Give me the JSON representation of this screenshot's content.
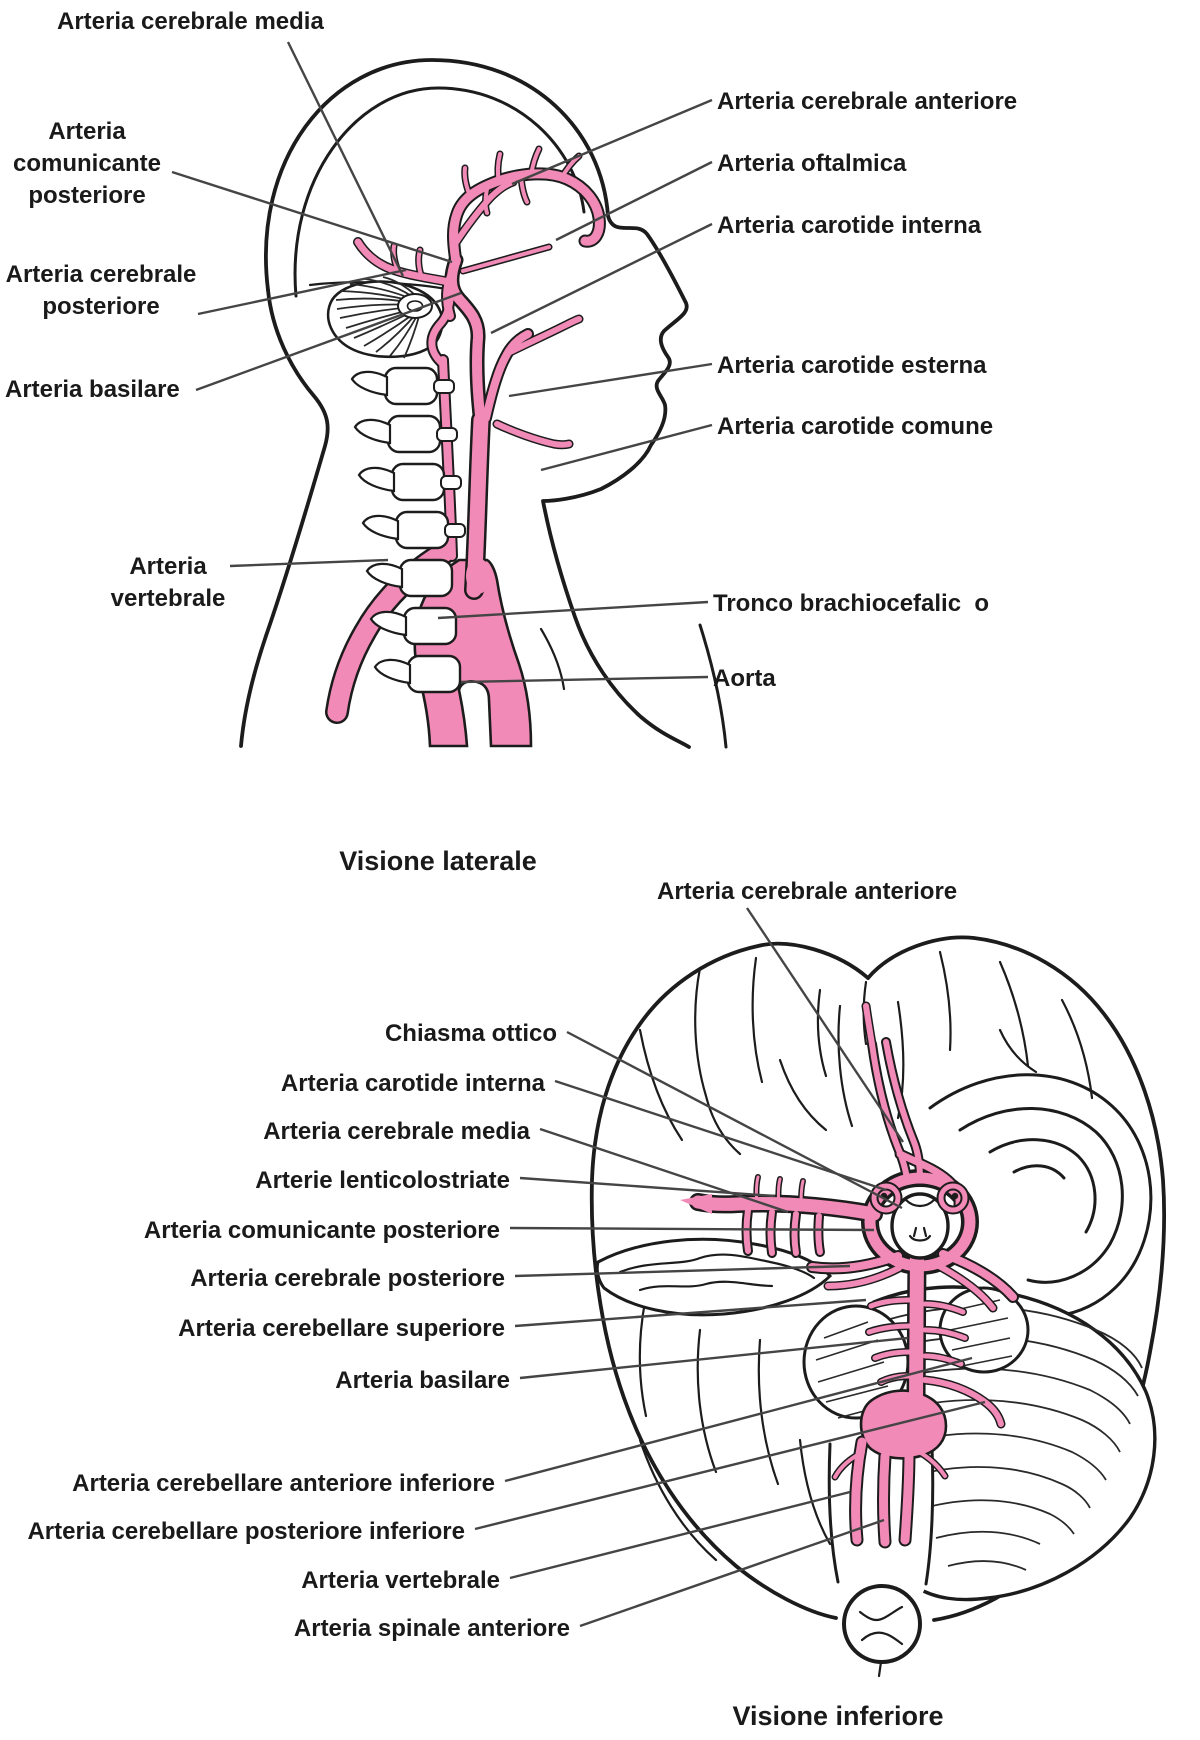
{
  "colors": {
    "artery_pink": "#f18ab6",
    "line_art": "#1c1c1c",
    "leader_line": "#454545",
    "text": "#1a1a1a",
    "background": "#ffffff"
  },
  "figure_top": {
    "caption": "Visione laterale",
    "labels": {
      "cerebrale_media": "Arteria cerebrale media",
      "comunicante_posteriore": "Arteria\ncomunicante\nposteriore",
      "cerebrale_posteriore": "Arteria cerebrale\nposteriore",
      "basilare": "Arteria basilare",
      "vertebrale": "Arteria\nvertebrale",
      "cerebrale_anteriore": "Arteria cerebrale anteriore",
      "oftalmica": "Arteria oftalmica",
      "carotide_interna": "Arteria carotide interna",
      "carotide_esterna": "Arteria carotide esterna",
      "carotide_comune": "Arteria carotide comune",
      "tronco_brachiocefalico": "Tronco brachiocefalic  o",
      "aorta": "Aorta"
    }
  },
  "figure_bottom": {
    "caption": "Visione inferiore",
    "labels": {
      "cerebrale_anteriore": "Arteria cerebrale anteriore",
      "chiasma_ottico": "Chiasma ottico",
      "carotide_interna": "Arteria carotide interna",
      "cerebrale_media": "Arteria cerebrale media",
      "lenticolostriate": "Arterie lenticolostriate",
      "comunicante_posteriore": "Arteria comunicante posteriore",
      "cerebrale_posteriore": "Arteria cerebrale posteriore",
      "cerebellare_superiore": "Arteria cerebellare superiore",
      "basilare": "Arteria basilare",
      "cerebellare_anteriore_inferiore": "Arteria cerebellare anteriore inferiore",
      "cerebellare_posteriore_inferiore": "Arteria cerebellare posteriore inferiore",
      "vertebrale": "Arteria vertebrale",
      "spinale_anteriore": "Arteria spinale anteriore"
    }
  }
}
